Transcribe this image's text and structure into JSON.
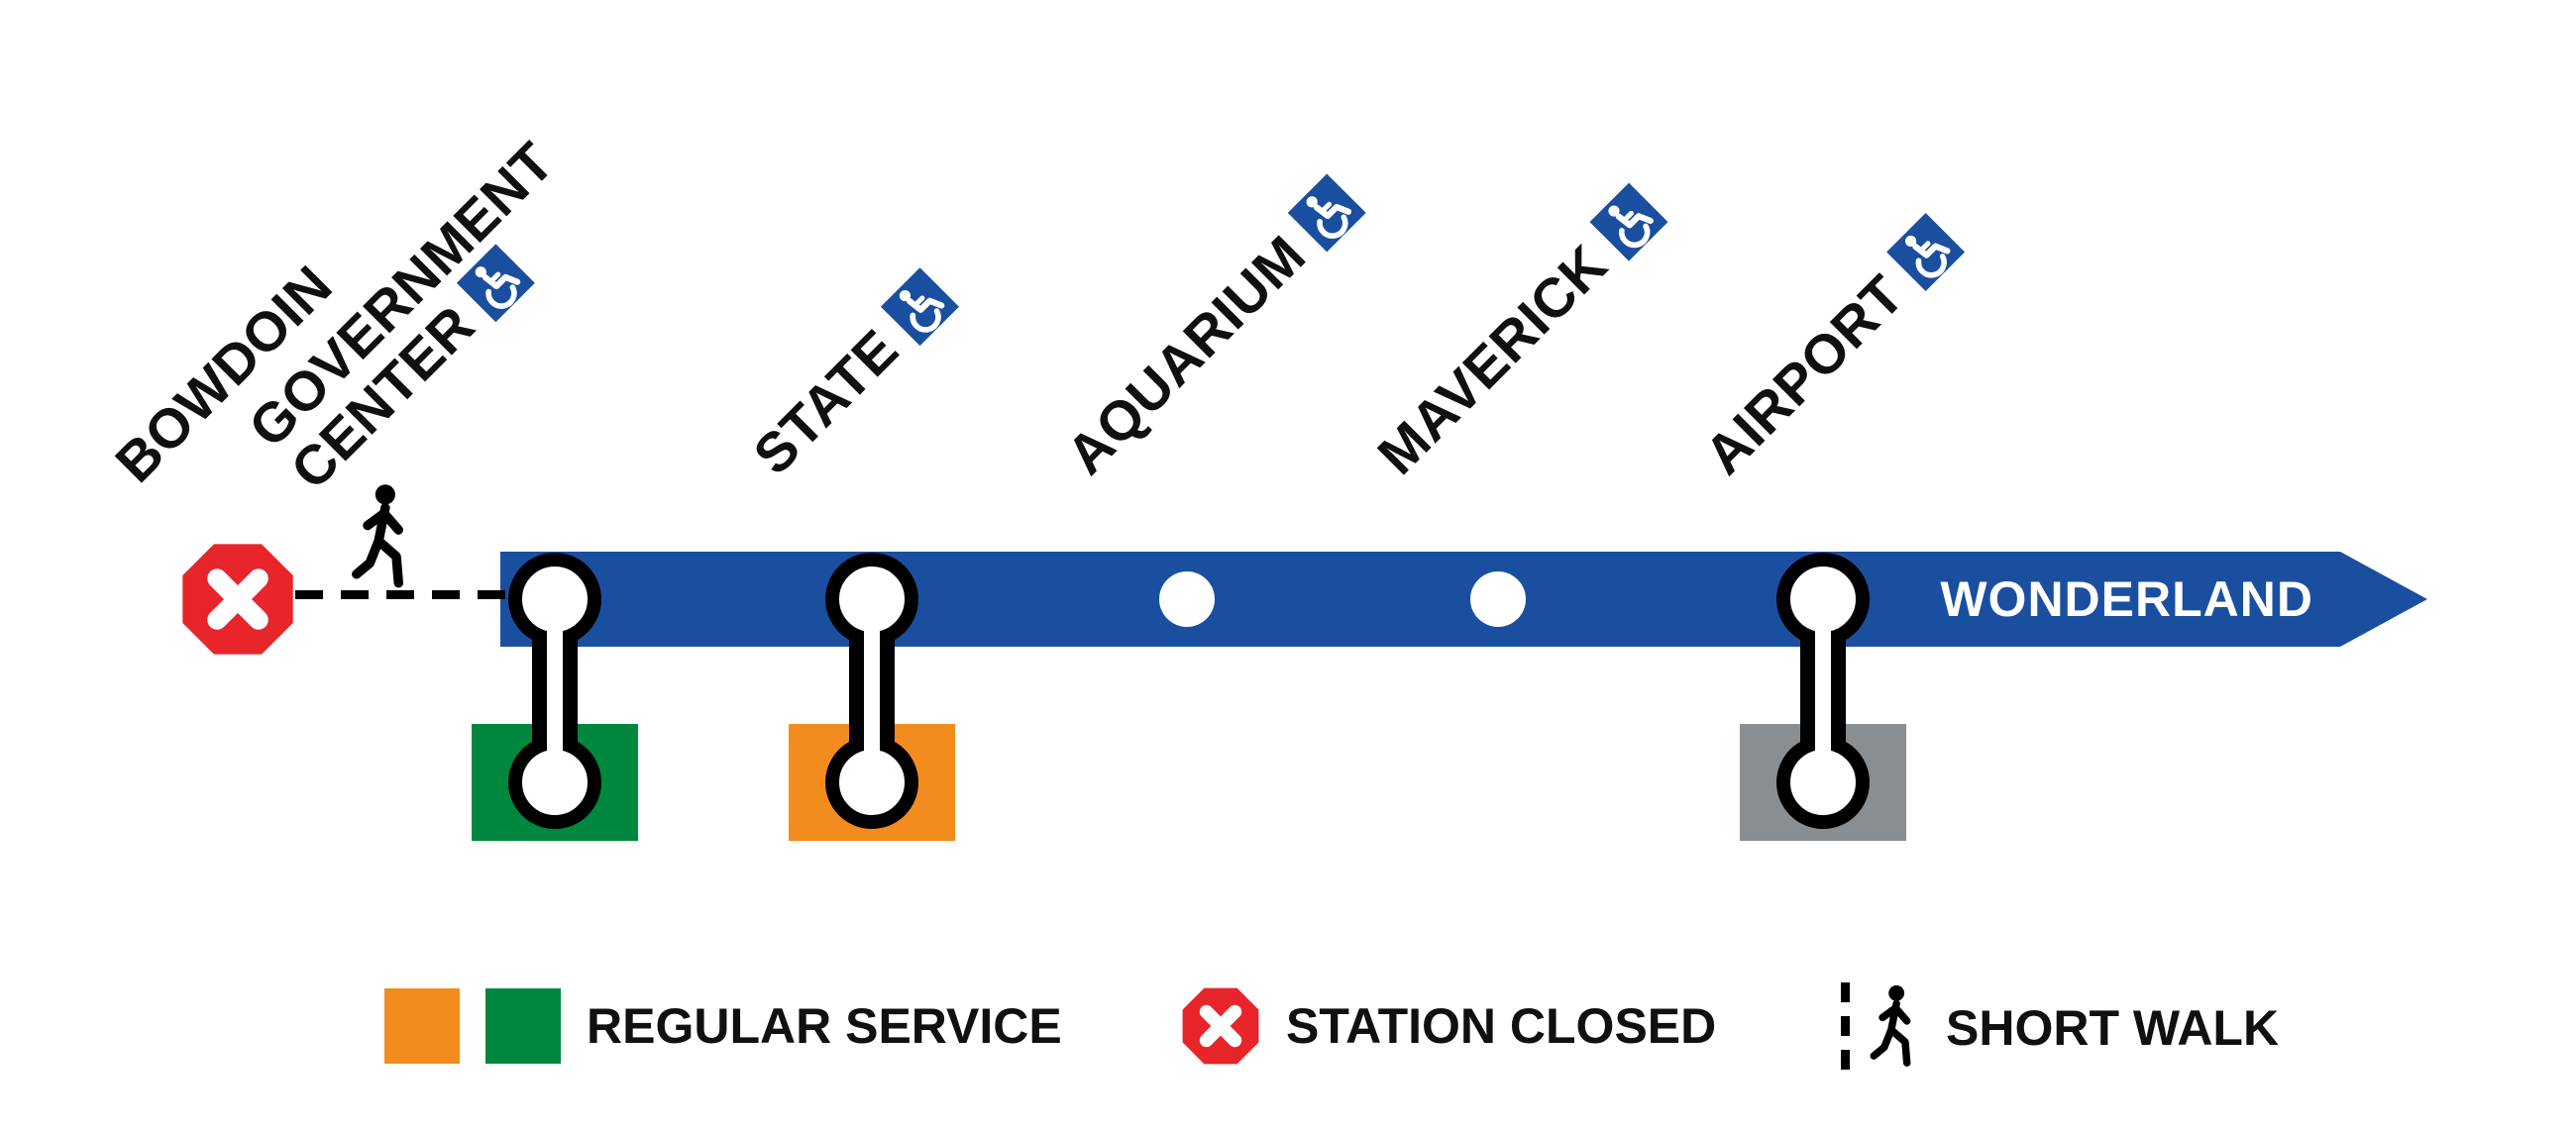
{
  "diagram": {
    "terminus": "WONDERLAND"
  },
  "stations": [
    {
      "name": "BOWDOIN",
      "accessible": false,
      "closed": true
    },
    {
      "name": "GOVERNMENT CENTER",
      "label_line1": "GOVERNMENT",
      "label_line2": "CENTER",
      "accessible": true,
      "transfer_line_color": "#00873F"
    },
    {
      "name": "STATE",
      "accessible": true,
      "transfer_line_color": "#F28C1E"
    },
    {
      "name": "AQUARIUM",
      "accessible": true
    },
    {
      "name": "MAVERICK",
      "accessible": true
    },
    {
      "name": "AIRPORT",
      "accessible": true,
      "transfer_line_color": "#8B8E91"
    }
  ],
  "legend": {
    "regular_service_label": "REGULAR SERVICE",
    "station_closed_label": "STATION CLOSED",
    "short_walk_label": "SHORT WALK"
  },
  "colors": {
    "blue": "#1A4FA0",
    "green": "#00873F",
    "orange": "#F28C1E",
    "silver": "#8B8E91",
    "red": "#E8252A",
    "text": "#101010"
  }
}
